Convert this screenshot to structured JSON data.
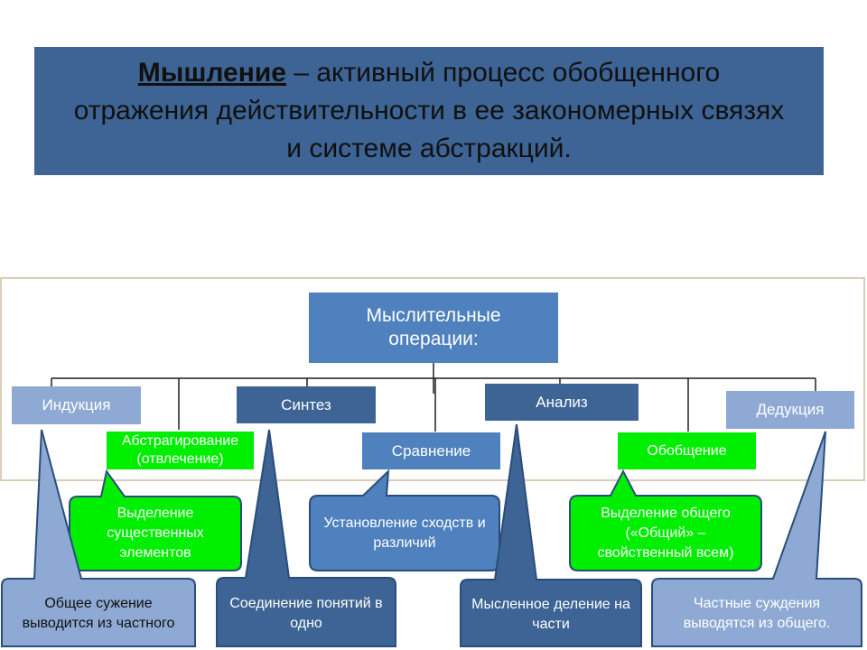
{
  "title": {
    "term": "Мышление",
    "definition": " – активный процесс обобщенного отражения действительности в ее закономерных связях и системе абстракций."
  },
  "root": {
    "label": "Мыслительные операции:"
  },
  "operations": {
    "induction": "Индукция",
    "synthesis": "Синтез",
    "analysis": "Анализ",
    "deduction": "Дедукция",
    "abstraction": "Абстрагирование (отвлечение)",
    "comparison": "Сравнение",
    "generalization": "Обобщение"
  },
  "callouts": {
    "abstraction": "Выделение существенных элементов",
    "comparison": "Установление сходств и различий",
    "generalization": "Выделение общего («Общий» – свойственный всем)",
    "induction": "Общее сужение выводится из частного",
    "synthesis": "Соединение понятий в одно",
    "analysis": "Мысленное деление на части",
    "deduction": "Частные суждения выводятся из общего."
  },
  "colors": {
    "dark_blue": "#3d6494",
    "mid_blue": "#4e81bd",
    "light_blue": "#8eaad4",
    "green": "#00ee00"
  }
}
